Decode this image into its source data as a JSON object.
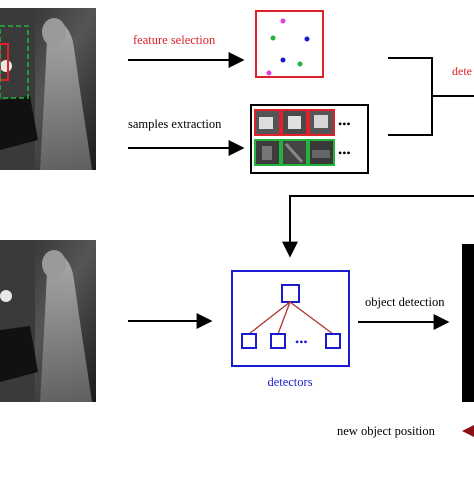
{
  "labels": {
    "feature_selection": "feature selection",
    "samples_extraction": "samples extraction",
    "detectors": "detectors",
    "object_detection": "object detection",
    "new_object_position": "new object position",
    "cut_right_label": "dete",
    "ellipsis_top": "•••",
    "ellipsis_bottom": "•••",
    "tree_ellipsis": "•••"
  },
  "colors": {
    "red": "#e0202a",
    "blue": "#1a1ad0",
    "green": "#22b33a",
    "magenta": "#e040e0",
    "dark_red_arrow": "#8a1010",
    "tree_edge": "#b03030"
  }
}
